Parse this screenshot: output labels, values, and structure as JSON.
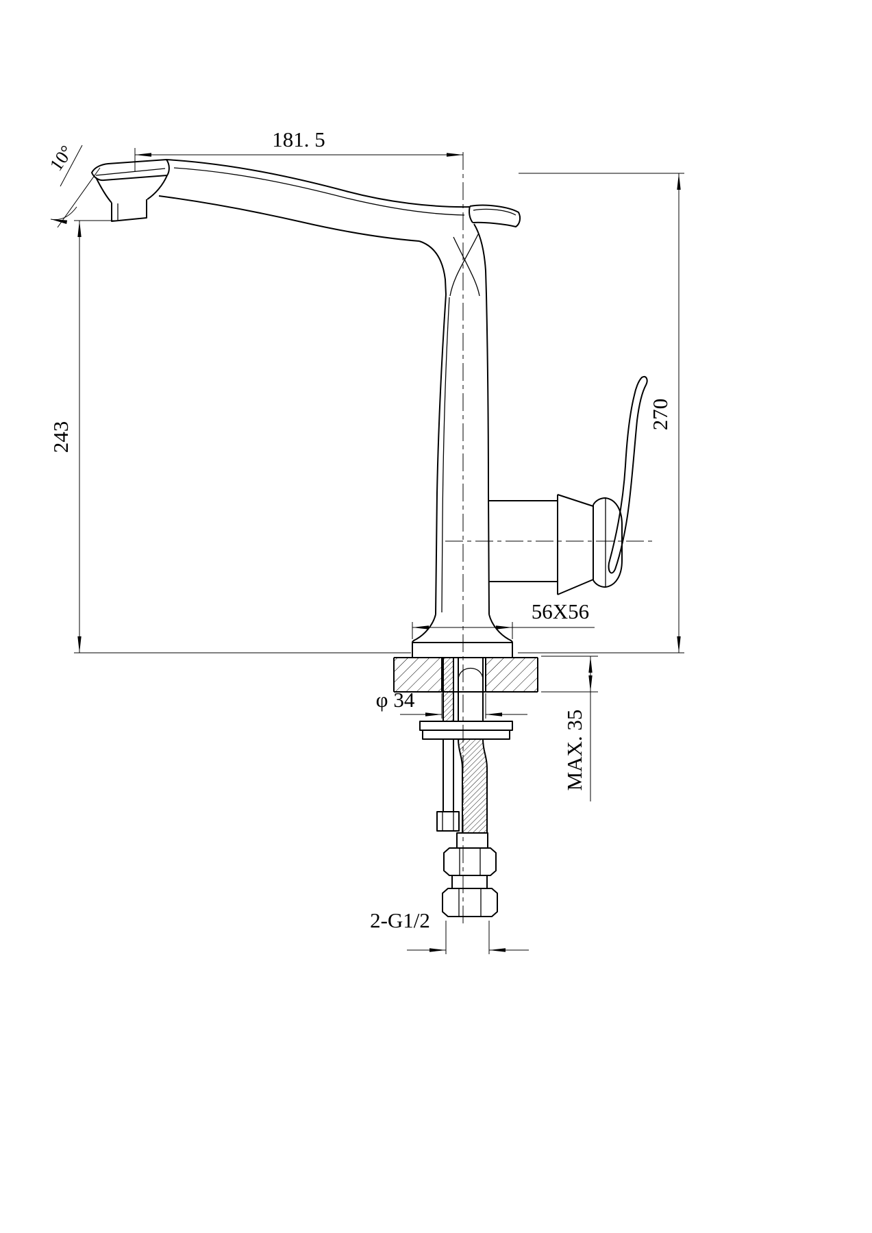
{
  "drawing": {
    "type": "technical dimension drawing — single-lever kitchen faucet, side elevation with deck-mounting cross section",
    "background_color": "#ffffff",
    "line_color": "#000000",
    "dimensions": {
      "spout_reach": "181. 5",
      "spout_tilt_angle": "10°",
      "spout_height": "243",
      "overall_height": "270",
      "base_footprint": "56X56",
      "mounting_hole_diameter": "φ 34",
      "max_deck_thickness": "MAX. 35",
      "inlet_thread": "2-G1/2"
    }
  }
}
